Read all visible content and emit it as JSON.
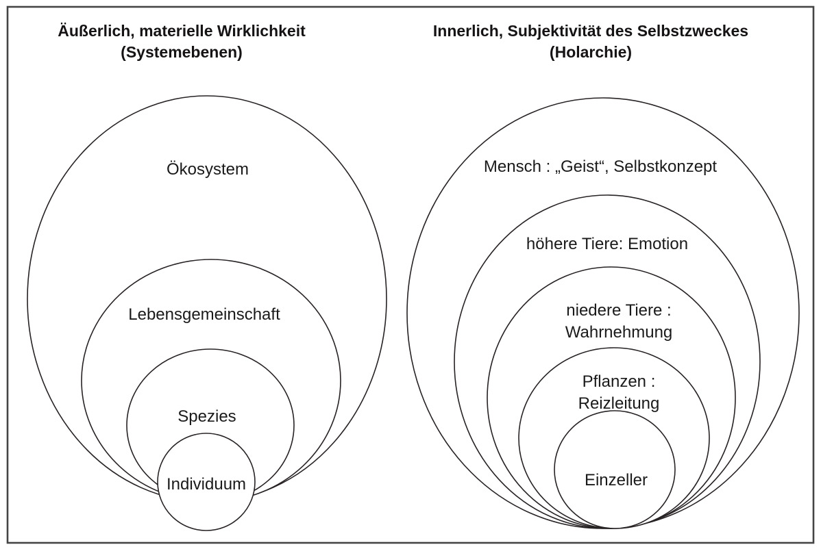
{
  "diagram": {
    "left": {
      "title_line1": "Äußerlich, materielle Wirklichkeit",
      "title_line2": "(Systemebenen)",
      "levels": [
        {
          "label": "Ökosystem"
        },
        {
          "label": "Lebensgemeinschaft"
        },
        {
          "label": "Spezies"
        },
        {
          "label": "Individuum"
        }
      ]
    },
    "right": {
      "title_line1": "Innerlich, Subjektivität des Selbstzweckes",
      "title_line2": "(Holarchie)",
      "levels": [
        {
          "label_line1": "Mensch :  „Geist“, Selbstkonzept",
          "label_line2": ""
        },
        {
          "label_line1": "höhere Tiere: Emotion",
          "label_line2": ""
        },
        {
          "label_line1": "niedere Tiere  :",
          "label_line2": "Wahrnehmung"
        },
        {
          "label_line1": "Pflanzen :",
          "label_line2": "Reizleitung"
        },
        {
          "label_line1": "Einzeller",
          "label_line2": ""
        }
      ]
    },
    "colors": {
      "stroke": "#272223",
      "border": "#454545",
      "background": "#ffffff",
      "text": "#1a1a1a"
    }
  }
}
